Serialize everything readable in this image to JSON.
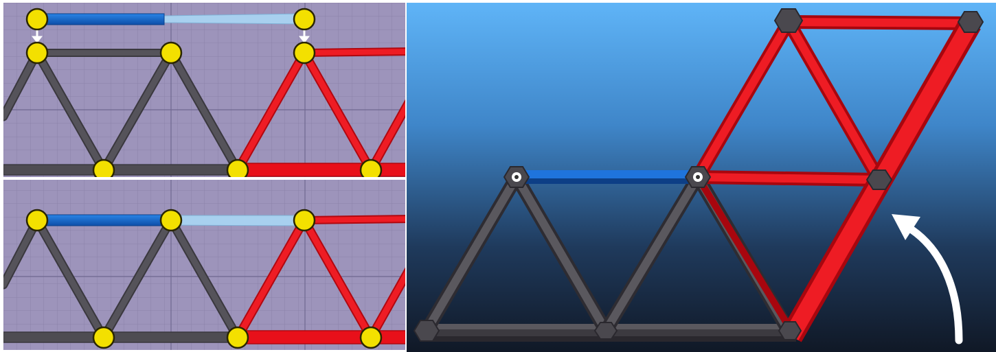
{
  "colors": {
    "editor_background": "#9d94bb",
    "grid_minor": "#8a82a8",
    "grid_major": "#6f6890",
    "beam_default": "#4e4c52",
    "beam_default_edge": "#3a383e",
    "beam_stressed": "#e8101a",
    "beam_stressed_edge": "#b00810",
    "hydraulic_piston": "#1566c8",
    "hydraulic_extension": "#a8d0ef",
    "joint_fill": "#f3e000",
    "joint_stroke": "#2a2600",
    "hint_arrow": "#ffffff",
    "sky_top": "#5fb4f7",
    "sky_bottom": "#101826"
  },
  "panels": [
    {
      "name": "editor-panel-retracted",
      "view": "2d-editor"
    },
    {
      "name": "editor-panel-extended",
      "view": "2d-editor"
    },
    {
      "name": "simulation-panel",
      "view": "3d-simulation"
    }
  ],
  "icons": {
    "joint": "joint-node-icon",
    "hex_joint": "hex-joint-icon",
    "move_down": "arrow-down-icon",
    "rotate_up": "curved-arrow-up-icon"
  }
}
